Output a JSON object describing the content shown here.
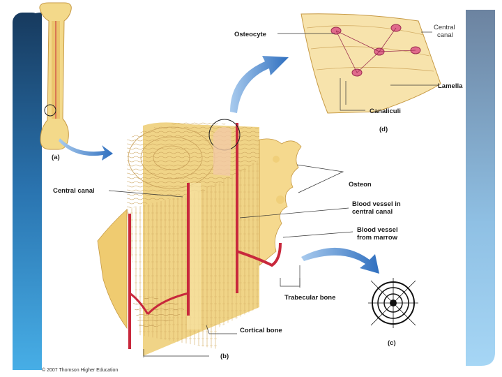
{
  "labels": {
    "osteocyte": "Osteocyte",
    "central_canal_top_1": "Central",
    "central_canal_top_2": "canal",
    "lamella": "Lamella",
    "canaliculi": "Canaliculi",
    "panel_d": "(d)",
    "panel_a": "(a)",
    "central_canal_left": "Central canal",
    "osteon": "Osteon",
    "blood_vessel_central_1": "Blood vessel in",
    "blood_vessel_central_2": "central canal",
    "blood_vessel_marrow_1": "Blood vessel",
    "blood_vessel_marrow_2": "from marrow",
    "trabecular_bone": "Trabecular bone",
    "cortical_bone": "Cortical bone",
    "panel_b": "(b)",
    "panel_c": "(c)"
  },
  "credit": "© 2007 Thomson Higher Education",
  "colors": {
    "sidebar_top": "#173a5e",
    "sidebar_bottom": "#3b9fd8",
    "right_strip": "#6e86a3",
    "bone": "#f3d98a",
    "bone_dark": "#d9b15a",
    "vessel": "#c8283c",
    "arrow": "#3f7fc8"
  }
}
